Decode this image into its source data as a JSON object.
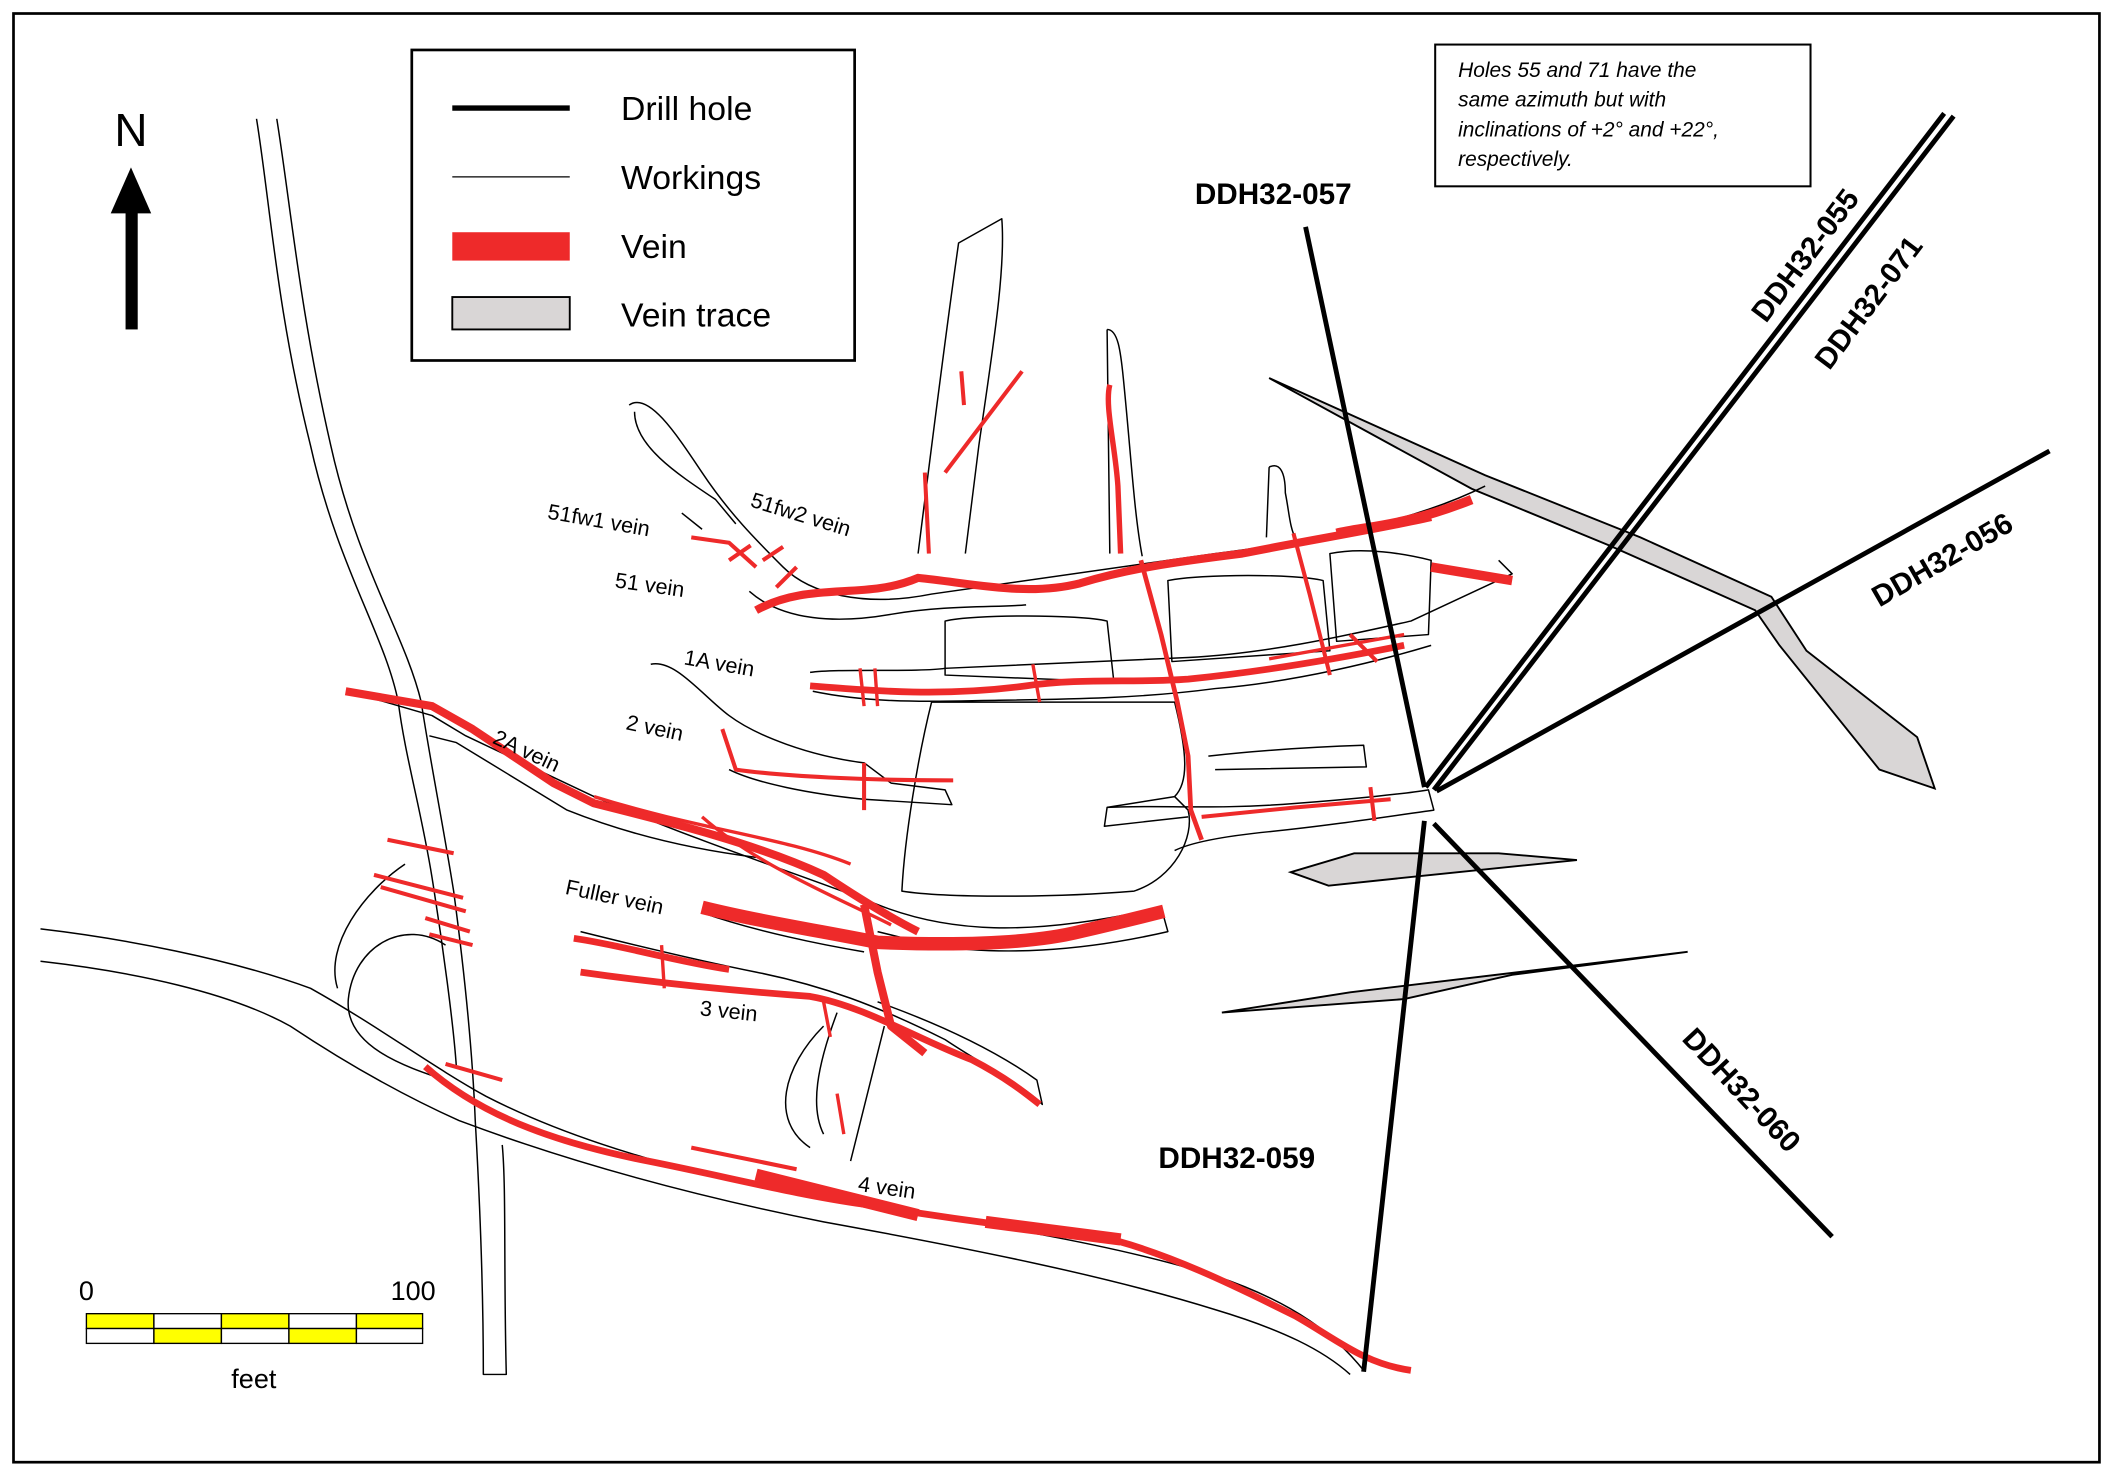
{
  "north_label": "N",
  "legend": {
    "items": [
      {
        "label": "Drill hole",
        "symbol": "thick-black-line"
      },
      {
        "label": "Workings",
        "symbol": "thin-black-line"
      },
      {
        "label": "Vein",
        "symbol": "red-band"
      },
      {
        "label": "Vein trace",
        "symbol": "grey-polygon"
      }
    ]
  },
  "note": {
    "lines": [
      "Holes 55 and 71 have the",
      "same azimuth but with",
      "inclinations of +2° and +22°,",
      "respectively."
    ]
  },
  "drill_holes": [
    "DDH32-057",
    "DDH32-055",
    "DDH32-071",
    "DDH32-056",
    "DDH32-060",
    "DDH32-059"
  ],
  "veins": [
    "51fw1 vein",
    "51fw2 vein",
    "51 vein",
    "1A vein",
    "2 vein",
    "2A vein",
    "Fuller vein",
    "3 vein",
    "4 vein"
  ],
  "scale_bar": {
    "min_label": "0",
    "max_label": "100",
    "unit": "feet"
  },
  "colors": {
    "vein": "#ee2a2a",
    "vein_trace": "#d9d6d6",
    "scale_fill": "#ffff00"
  }
}
